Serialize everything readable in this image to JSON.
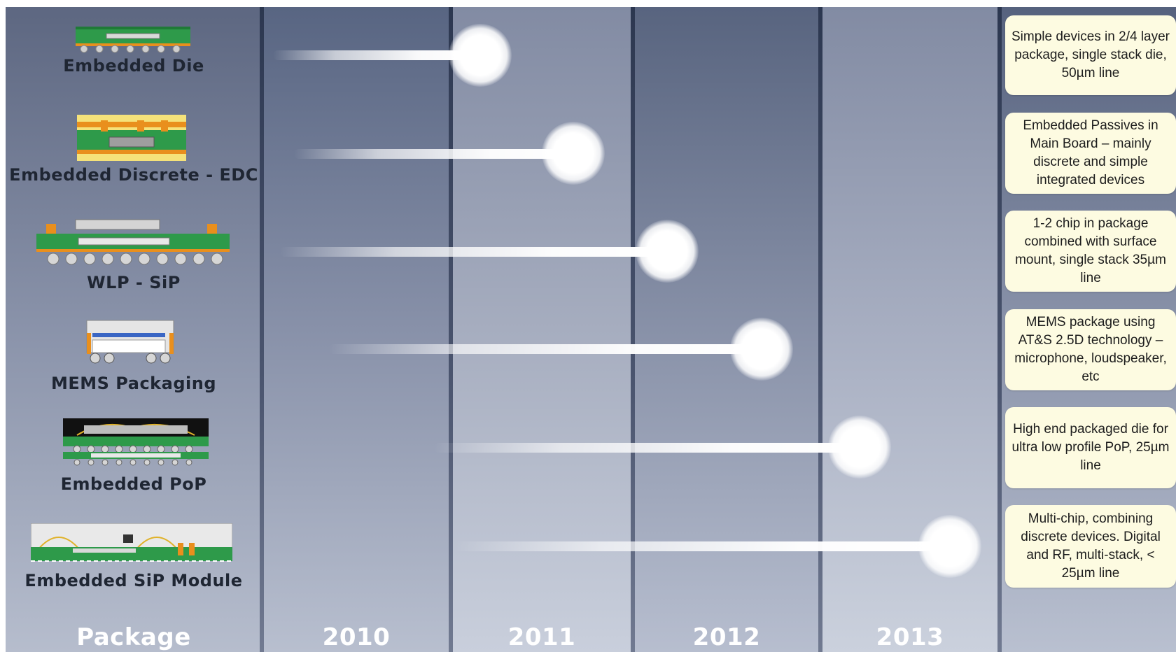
{
  "header_row": {
    "package_label": "Package",
    "years": [
      "2010",
      "2011",
      "2012",
      "2013"
    ]
  },
  "rows": [
    {
      "name": "Embedded Die",
      "year": "2011",
      "description": "Simple devices in 2/4 layer package, single stack die, 50µm line"
    },
    {
      "name": "Embedded Discrete - EDC",
      "year": "2011",
      "description": "Embedded Passives in Main Board – mainly discrete and simple integrated devices"
    },
    {
      "name": "WLP  - SiP",
      "year": "2012",
      "description": "1-2 chip in package combined with surface mount, single stack 35µm line"
    },
    {
      "name": "MEMS Packaging",
      "year": "2012",
      "description": "MEMS package using AT&S 2.5D technology – microphone, loudspeaker, etc"
    },
    {
      "name": "Embedded PoP",
      "year": "2013",
      "description": "High end packaged die for ultra low profile PoP, 25µm line"
    },
    {
      "name": "Embedded SiP Module",
      "year": "2013",
      "description": "Multi-chip, combining discrete devices. Digital and RF, multi-stack, < 25µm line"
    }
  ],
  "colors": {
    "description_box": "#fdfbe1",
    "marker": "#ffffff",
    "board_green": "#2e9a4a",
    "board_orange": "#e98f1d"
  }
}
